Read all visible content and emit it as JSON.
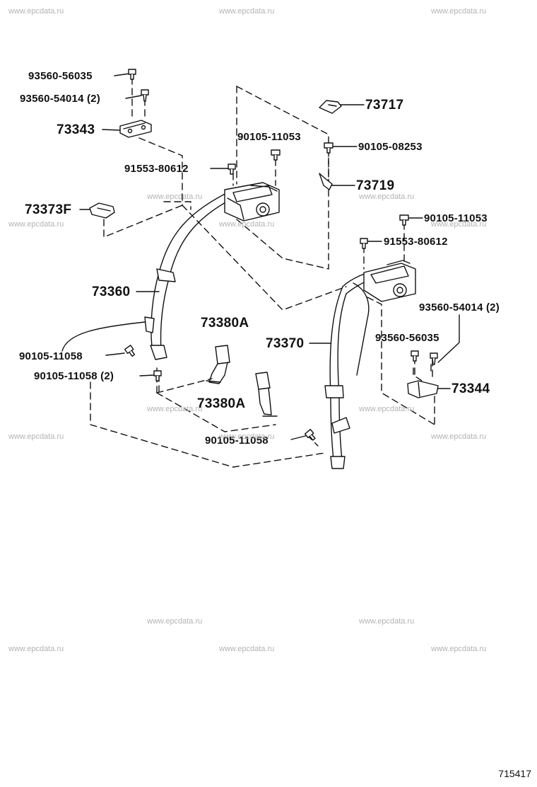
{
  "watermark": "www.epcdata.ru",
  "diagram_id": "715417",
  "parts": {
    "p93560_56035_left": "93560-56035",
    "p93560_54014_left": "93560-54014 (2)",
    "p73343": "73343",
    "p90105_11053_top": "90105-11053",
    "p73717": "73717",
    "p90105_08253": "90105-08253",
    "p91553_80612_left": "91553-80612",
    "p73719": "73719",
    "p73373F": "73373F",
    "p90105_11053_right": "90105-11053",
    "p91553_80612_right": "91553-80612",
    "p73360": "73360",
    "p93560_54014_right": "93560-54014 (2)",
    "p73380A_upper": "73380A",
    "p73370": "73370",
    "p93560_56035_right": "93560-56035",
    "p90105_11058_a": "90105-11058",
    "p90105_11058_b": "90105-11058 (2)",
    "p73344": "73344",
    "p73380A_lower": "73380A",
    "p90105_11058_c": "90105-11058"
  }
}
